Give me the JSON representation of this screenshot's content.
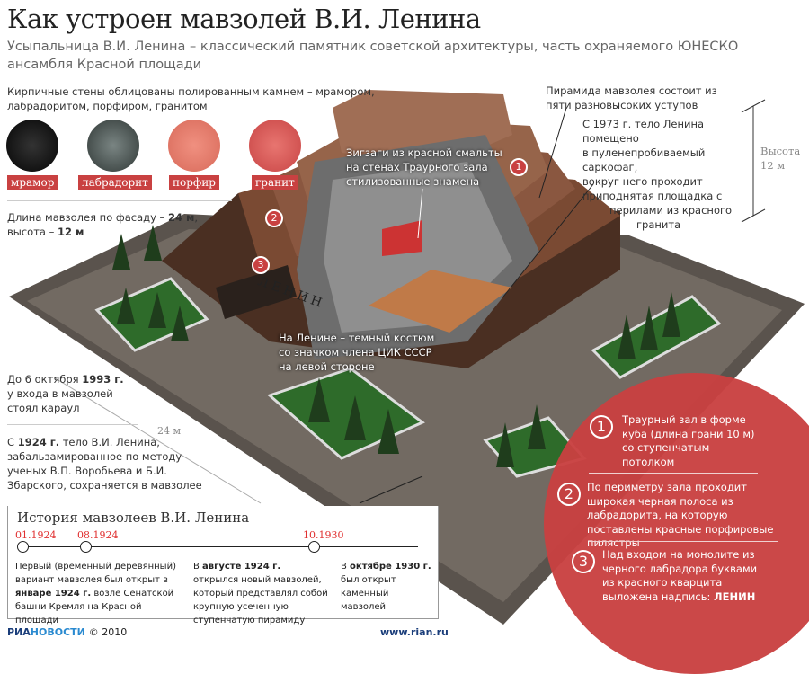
{
  "title": "Как устроен мавзолей В.И. Ленина",
  "subtitle": "Усыпальница В.И. Ленина – классический памятник советской архитектуры, часть охраняемого ЮНЕСКО ансамбля Красной площади",
  "materials": {
    "text": "Кирпичные стены облицованы полированным камнем – мрамором, лабрадоритом, порфиром, гранитом",
    "items": [
      {
        "label": "мрамор",
        "color": "#111111"
      },
      {
        "label": "лабрадорит",
        "color": "#4a5250"
      },
      {
        "label": "порфир",
        "color": "#e07060"
      },
      {
        "label": "гранит",
        "color": "#d85a55"
      }
    ]
  },
  "dimensions": {
    "pre": "Длина мавзолея по фасаду – ",
    "length": "24 м",
    "mid": ",",
    "pre2": "высота – ",
    "height": "12 м"
  },
  "guard": {
    "pre": "До 6 октября ",
    "year": "1993 г.",
    "post": "у входа в мавзолей стоял караул"
  },
  "embalm": {
    "pre": "С ",
    "year": "1924 г.",
    "post": " тело В.И. Ленина, забальзамированное по методу ученых В.П. Воробьева и Б.И. Збарского, сохраняется в мавзолее"
  },
  "pyramid_note": "Пирамида мавзолея состоит из пяти разновысоких уступов",
  "sarcophagus_note": [
    "С 1973 г. тело Ленина помещено",
    "в пуленепробиваемый саркофаг,",
    "вокруг него проходит",
    "приподнятая площадка с",
    "перилами из красного",
    "гранита"
  ],
  "height_label": [
    "Высота",
    "12 м"
  ],
  "length_label": "24 м",
  "zigzag_note": [
    "Зигзаги из красной смальты",
    "на стенах Траурного зала",
    "стилизованные знамена"
  ],
  "costume_note": [
    "На Ленине – темный костюм",
    "со значком члена ЦИК СССР",
    "на левой стороне"
  ],
  "facade_sign": "ЛЕНИН",
  "callouts": [
    {
      "n": "1",
      "text": "Траурный зал в форме куба (длина грани 10 м) со ступенчатым потолком"
    },
    {
      "n": "2",
      "text": "По периметру зала проходит широкая черная полоса из лабрадорита, на которую поставлены красные порфировые пилястры"
    },
    {
      "n": "3",
      "text": "Над входом на монолите из черного лабрадора буквами из красного кварцита выложена надпись: ",
      "bold": "ЛЕНИН"
    }
  ],
  "timeline": {
    "title": "История мавзолеев В.И. Ленина",
    "events": [
      {
        "date": "01.1924",
        "pre": "Первый (временный деревянный) вариант мавзолея был открыт в ",
        "bold": "январе 1924 г.",
        "post": " возле Сенатской башни Кремля на Красной площади"
      },
      {
        "date": "08.1924",
        "pre": "В ",
        "bold": "августе 1924 г.",
        "post": " открылся новый мавзолей, который представлял собой крупную усеченную ступенчатую пирамиду"
      },
      {
        "date": "10.1930",
        "pre": "В ",
        "bold": "октябре 1930 г.",
        "post": " был открыт каменный мавзолей"
      }
    ]
  },
  "footer": {
    "brand1": "РИА",
    "brand2": "НОВОСТИ",
    "copyright": "© 2010",
    "url": "www.rian.ru"
  }
}
